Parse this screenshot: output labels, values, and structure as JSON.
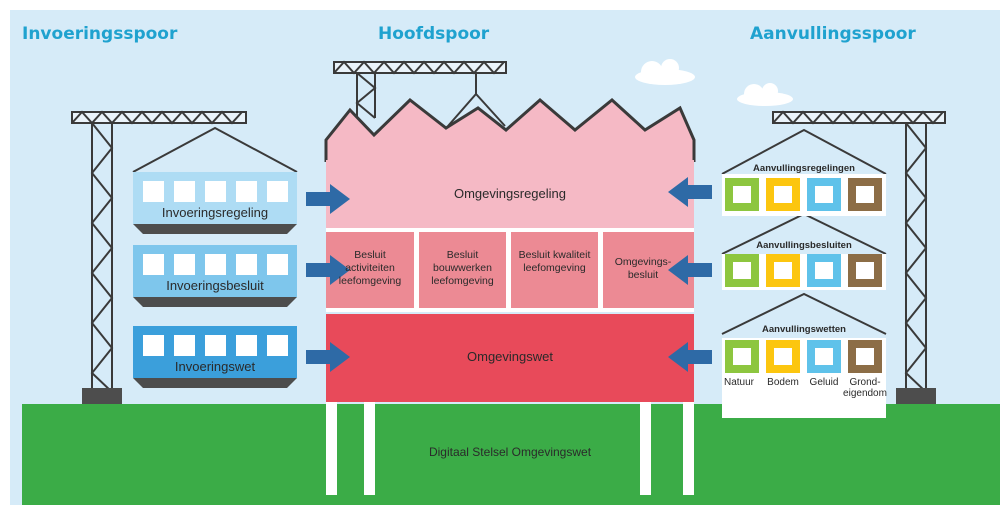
{
  "headings": {
    "left": "Invoeringsspoor",
    "center": "Hoofdspoor",
    "right": "Aanvullingsspoor"
  },
  "left_modules": {
    "regeling": "Invoeringsregeling",
    "besluit": "Invoeringsbesluit",
    "wet": "Invoeringswet"
  },
  "main_building": {
    "regeling": "Omgevingsregeling",
    "besluiten": [
      "Besluit activiteiten leefomgeving",
      "Besluit bouwwerken leefomgeving",
      "Besluit kwaliteit leefomgeving",
      "Omgevings-besluit"
    ],
    "wet": "Omgevingswet",
    "foundation": "Digitaal Stelsel Omgevingswet"
  },
  "right_modules": {
    "regelingen": "Aanvullingsregelingen",
    "besluiten": "Aanvullingsbesluiten",
    "wetten": "Aanvullingswetten",
    "topics": [
      "Natuur",
      "Bodem",
      "Geluid",
      "Grond-eigendom"
    ]
  },
  "colors": {
    "sky": "#d6ebf8",
    "grass": "#3bac47",
    "heading": "#1fa2cf",
    "regeling_pink": "#f5b9c5",
    "besluit_pink": "#ec8a94",
    "wet_red": "#e84a5a",
    "arrow_blue": "#2e6aa6",
    "green_square": "#8dc63f",
    "yellow_square": "#fcc60f",
    "blue_square": "#5fc2ea",
    "brown_square": "#8c6d46"
  }
}
